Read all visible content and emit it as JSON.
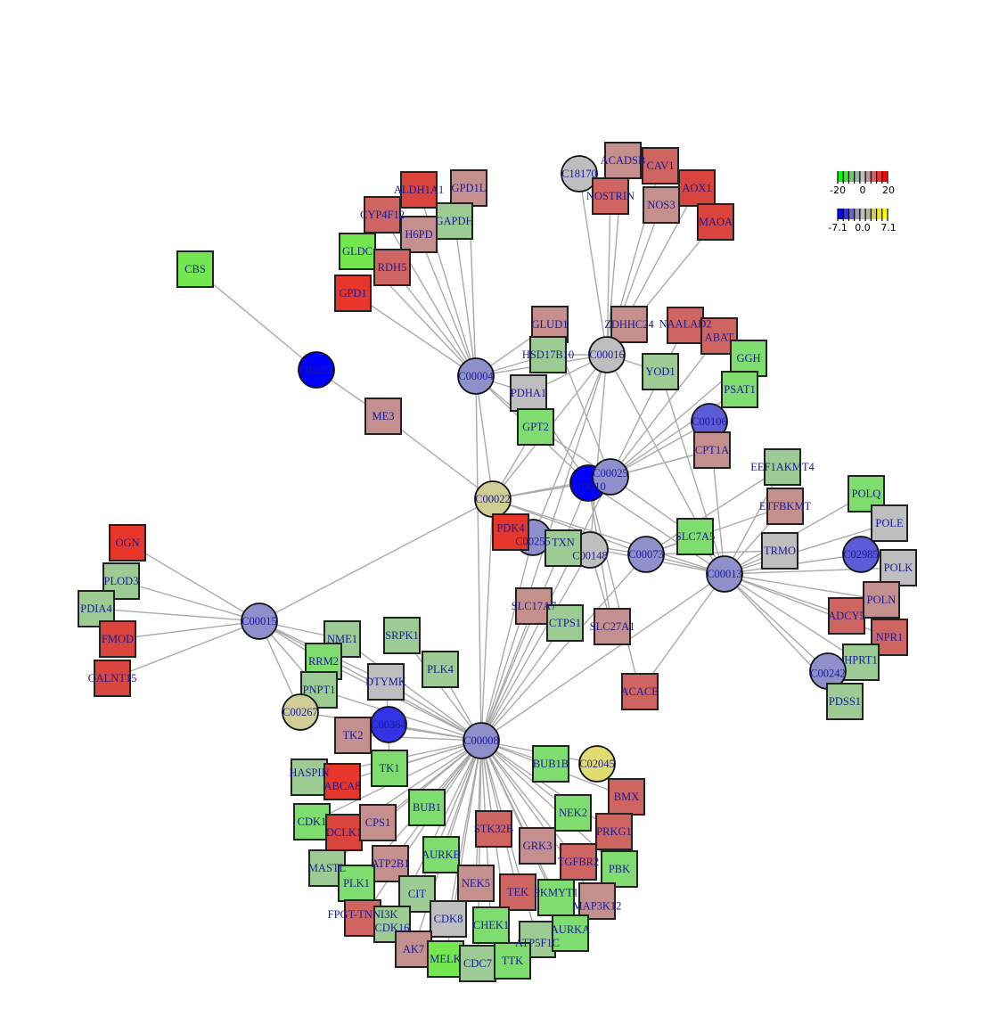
{
  "legend": {
    "gene": {
      "ticks": [
        "-20",
        "0",
        "20"
      ],
      "colors": [
        "#00ff00",
        "#33e633",
        "#66cc66",
        "#99b399",
        "#bebebe",
        "#b39999",
        "#cc6666",
        "#e63333",
        "#ff0000"
      ]
    },
    "compound": {
      "ticks": [
        "-7.1",
        "0.0",
        "7.1"
      ],
      "colors": [
        "#0000ff",
        "#3333e6",
        "#6666cc",
        "#9999b3",
        "#bebebe",
        "#b3b399",
        "#cccc66",
        "#e6e633",
        "#ffff00"
      ]
    }
  },
  "nodes": [
    {
      "id": "CBS",
      "kind": "gene",
      "color": "#73e650"
    },
    {
      "id": "C02291",
      "kind": "compound",
      "color": "#0000ff"
    },
    {
      "id": "ME3",
      "kind": "gene",
      "color": "#c48f8d"
    },
    {
      "id": "GPD1",
      "kind": "gene",
      "color": "#e8372a"
    },
    {
      "id": "GLDC",
      "kind": "gene",
      "color": "#73e650"
    },
    {
      "id": "CYP4F12",
      "kind": "gene",
      "color": "#cf6561"
    },
    {
      "id": "ALDH1A1",
      "kind": "gene",
      "color": "#d9443c"
    },
    {
      "id": "GPD1L",
      "kind": "gene",
      "color": "#c48f8d"
    },
    {
      "id": "GAPDH",
      "kind": "gene",
      "color": "#9ccc94"
    },
    {
      "id": "H6PD",
      "kind": "gene",
      "color": "#c48f8d"
    },
    {
      "id": "RDH5",
      "kind": "gene",
      "color": "#cf6561"
    },
    {
      "id": "C00004",
      "kind": "compound",
      "color": "#8f8fcc"
    },
    {
      "id": "C18170",
      "kind": "compound",
      "color": "#bebebe"
    },
    {
      "id": "ACADSB",
      "kind": "gene",
      "color": "#c48f8d"
    },
    {
      "id": "CAV1",
      "kind": "gene",
      "color": "#cf6561"
    },
    {
      "id": "NOSTRIN",
      "kind": "gene",
      "color": "#cf6561"
    },
    {
      "id": "NOS3",
      "kind": "gene",
      "color": "#c48f8d"
    },
    {
      "id": "AOX1",
      "kind": "gene",
      "color": "#d9443c"
    },
    {
      "id": "MAOA",
      "kind": "gene",
      "color": "#d9443c"
    },
    {
      "id": "GLUD1",
      "kind": "gene",
      "color": "#c48f8d"
    },
    {
      "id": "HSD17B10",
      "kind": "gene",
      "color": "#9ccc94"
    },
    {
      "id": "ZDHHC24",
      "kind": "gene",
      "color": "#c48f8d"
    },
    {
      "id": "C00016",
      "kind": "compound",
      "color": "#bebebe"
    },
    {
      "id": "NAALAD2",
      "kind": "gene",
      "color": "#cf6561"
    },
    {
      "id": "ABAT",
      "kind": "gene",
      "color": "#cf6561"
    },
    {
      "id": "GGH",
      "kind": "gene",
      "color": "#7fdc6e"
    },
    {
      "id": "YOD1",
      "kind": "gene",
      "color": "#9ccc94"
    },
    {
      "id": "PSAT1",
      "kind": "gene",
      "color": "#7fdc6e"
    },
    {
      "id": "PDHA1",
      "kind": "gene",
      "color": "#bebebe"
    },
    {
      "id": "GPT2",
      "kind": "gene",
      "color": "#7fdc6e"
    },
    {
      "id": "C00106",
      "kind": "compound",
      "color": "#5c5cd6"
    },
    {
      "id": "CPT1A",
      "kind": "gene",
      "color": "#c48f8d"
    },
    {
      "id": "EEF1AKMT4",
      "kind": "gene",
      "color": "#9ccc94"
    },
    {
      "id": "ETFBKMT",
      "kind": "gene",
      "color": "#c48f8d"
    },
    {
      "id": "C00010",
      "kind": "compound",
      "color": "#0000ff"
    },
    {
      "id": "C00025",
      "kind": "compound",
      "color": "#8f8fcc"
    },
    {
      "id": "C00022",
      "kind": "compound",
      "color": "#cfcc94"
    },
    {
      "id": "C00255",
      "kind": "compound",
      "color": "#8f8fcc"
    },
    {
      "id": "PDK4",
      "kind": "gene",
      "color": "#e8372a"
    },
    {
      "id": "C00148",
      "kind": "compound",
      "color": "#bebebe"
    },
    {
      "id": "TXN",
      "kind": "gene",
      "color": "#9ccc94"
    },
    {
      "id": "C00073",
      "kind": "compound",
      "color": "#8f8fcc"
    },
    {
      "id": "SLC7A5",
      "kind": "gene",
      "color": "#7fdc6e"
    },
    {
      "id": "C00013",
      "kind": "compound",
      "color": "#8f8fcc"
    },
    {
      "id": "TRMO",
      "kind": "gene",
      "color": "#bebebe"
    },
    {
      "id": "POLQ",
      "kind": "gene",
      "color": "#7fdc6e"
    },
    {
      "id": "POLE",
      "kind": "gene",
      "color": "#bebebe"
    },
    {
      "id": "C02985",
      "kind": "compound",
      "color": "#5c5cd6"
    },
    {
      "id": "POLK",
      "kind": "gene",
      "color": "#bebebe"
    },
    {
      "id": "ADCY5",
      "kind": "gene",
      "color": "#cf6561"
    },
    {
      "id": "POLN",
      "kind": "gene",
      "color": "#c48f8d"
    },
    {
      "id": "NPR1",
      "kind": "gene",
      "color": "#cf6561"
    },
    {
      "id": "HPRT1",
      "kind": "gene",
      "color": "#9ccc94"
    },
    {
      "id": "C00242",
      "kind": "compound",
      "color": "#8f8fcc"
    },
    {
      "id": "PDSS1",
      "kind": "gene",
      "color": "#9ccc94"
    },
    {
      "id": "SLC17A7",
      "kind": "gene",
      "color": "#c48f8d"
    },
    {
      "id": "CTPS1",
      "kind": "gene",
      "color": "#9ccc94"
    },
    {
      "id": "SLC27A1",
      "kind": "gene",
      "color": "#c48f8d"
    },
    {
      "id": "ACACB",
      "kind": "gene",
      "color": "#cf6561"
    },
    {
      "id": "OGN",
      "kind": "gene",
      "color": "#e8372a"
    },
    {
      "id": "PLOD3",
      "kind": "gene",
      "color": "#9ccc94"
    },
    {
      "id": "PDIA4",
      "kind": "gene",
      "color": "#9ccc94"
    },
    {
      "id": "FMOD",
      "kind": "gene",
      "color": "#d9443c"
    },
    {
      "id": "GALNT15",
      "kind": "gene",
      "color": "#d9443c"
    },
    {
      "id": "C00015",
      "kind": "compound",
      "color": "#8f8fcc"
    },
    {
      "id": "NME1",
      "kind": "gene",
      "color": "#9ccc94"
    },
    {
      "id": "RRM2",
      "kind": "gene",
      "color": "#7fdc6e"
    },
    {
      "id": "PNPT1",
      "kind": "gene",
      "color": "#9ccc94"
    },
    {
      "id": "C00267",
      "kind": "compound",
      "color": "#cfcc94"
    },
    {
      "id": "SRPK1",
      "kind": "gene",
      "color": "#9ccc94"
    },
    {
      "id": "PLK4",
      "kind": "gene",
      "color": "#9ccc94"
    },
    {
      "id": "DTYMK",
      "kind": "gene",
      "color": "#bebebe"
    },
    {
      "id": "TK2",
      "kind": "gene",
      "color": "#c48f8d"
    },
    {
      "id": "C00364",
      "kind": "compound",
      "color": "#3333e6"
    },
    {
      "id": "C00008",
      "kind": "compound",
      "color": "#8f8fcc"
    },
    {
      "id": "BUB1B",
      "kind": "gene",
      "color": "#7fdc6e"
    },
    {
      "id": "C02045",
      "kind": "compound",
      "color": "#e0dc70"
    },
    {
      "id": "HASPIN",
      "kind": "gene",
      "color": "#9ccc94"
    },
    {
      "id": "ABCA8",
      "kind": "gene",
      "color": "#e8372a"
    },
    {
      "id": "TK1",
      "kind": "gene",
      "color": "#7fdc6e"
    },
    {
      "id": "CDK1",
      "kind": "gene",
      "color": "#7fdc6e"
    },
    {
      "id": "DCLK1",
      "kind": "gene",
      "color": "#d9443c"
    },
    {
      "id": "CPS1",
      "kind": "gene",
      "color": "#c48f8d"
    },
    {
      "id": "BUB1",
      "kind": "gene",
      "color": "#7fdc6e"
    },
    {
      "id": "BMX",
      "kind": "gene",
      "color": "#cf6561"
    },
    {
      "id": "NEK2",
      "kind": "gene",
      "color": "#7fdc6e"
    },
    {
      "id": "PRKG1",
      "kind": "gene",
      "color": "#cf6561"
    },
    {
      "id": "STK32B",
      "kind": "gene",
      "color": "#cf6561"
    },
    {
      "id": "GRK3",
      "kind": "gene",
      "color": "#c48f8d"
    },
    {
      "id": "TGFBR2",
      "kind": "gene",
      "color": "#cf6561"
    },
    {
      "id": "PBK",
      "kind": "gene",
      "color": "#7fdc6e"
    },
    {
      "id": "MASTL",
      "kind": "gene",
      "color": "#9ccc94"
    },
    {
      "id": "ATP2B1",
      "kind": "gene",
      "color": "#c48f8d"
    },
    {
      "id": "AURKB",
      "kind": "gene",
      "color": "#7fdc6e"
    },
    {
      "id": "PLK1",
      "kind": "gene",
      "color": "#7fdc6e"
    },
    {
      "id": "NEK5",
      "kind": "gene",
      "color": "#c48f8d"
    },
    {
      "id": "CIT",
      "kind": "gene",
      "color": "#9ccc94"
    },
    {
      "id": "TEK",
      "kind": "gene",
      "color": "#cf6561"
    },
    {
      "id": "PKMYT1",
      "kind": "gene",
      "color": "#7fdc6e"
    },
    {
      "id": "MAP3K12",
      "kind": "gene",
      "color": "#c48f8d"
    },
    {
      "id": "FPGT-TNNI3K",
      "kind": "gene",
      "color": "#cf6561"
    },
    {
      "id": "CDK16",
      "kind": "gene",
      "color": "#9ccc94"
    },
    {
      "id": "CDK8",
      "kind": "gene",
      "color": "#bebebe"
    },
    {
      "id": "CHEK1",
      "kind": "gene",
      "color": "#7fdc6e"
    },
    {
      "id": "ATP5F1C",
      "kind": "gene",
      "color": "#9ccc94"
    },
    {
      "id": "AURKA",
      "kind": "gene",
      "color": "#7fdc6e"
    },
    {
      "id": "AK7",
      "kind": "gene",
      "color": "#c48f8d"
    },
    {
      "id": "MELK",
      "kind": "gene",
      "color": "#73e650"
    },
    {
      "id": "CDC7",
      "kind": "gene",
      "color": "#9ccc94"
    },
    {
      "id": "TTK",
      "kind": "gene",
      "color": "#7fdc6e"
    }
  ],
  "edges": [
    [
      "CBS",
      "C02291"
    ],
    [
      "C02291",
      "ME3"
    ],
    [
      "ME3",
      "C00022"
    ],
    [
      "C00004",
      "GPD1"
    ],
    [
      "C00004",
      "GLDC"
    ],
    [
      "C00004",
      "RDH5"
    ],
    [
      "C00004",
      "CYP4F12"
    ],
    [
      "C00004",
      "H6PD"
    ],
    [
      "C00004",
      "ALDH1A1"
    ],
    [
      "C00004",
      "GAPDH"
    ],
    [
      "C00004",
      "GPD1L"
    ],
    [
      "C00004",
      "HSD17B10"
    ],
    [
      "C00004",
      "GLUD1"
    ],
    [
      "C00004",
      "PDHA1"
    ],
    [
      "C00004",
      "C00022"
    ],
    [
      "C00004",
      "C00010"
    ],
    [
      "C00004",
      "C00008"
    ],
    [
      "C00004",
      "C00016"
    ],
    [
      "C00004",
      "GPT2"
    ],
    [
      "C00016",
      "C18170"
    ],
    [
      "C00016",
      "ACADSB"
    ],
    [
      "C00016",
      "NOSTRIN"
    ],
    [
      "C00016",
      "CAV1"
    ],
    [
      "C00016",
      "NOS3"
    ],
    [
      "C00016",
      "AOX1"
    ],
    [
      "C00016",
      "MAOA"
    ],
    [
      "C00016",
      "ZDHHC24"
    ],
    [
      "C00016",
      "HSD17B10"
    ],
    [
      "C00016",
      "YOD1"
    ],
    [
      "C00016",
      "C00022"
    ],
    [
      "C00016",
      "C00008"
    ],
    [
      "C00016",
      "C00013"
    ],
    [
      "C00016",
      "C00148"
    ],
    [
      "C00016",
      "C00255"
    ],
    [
      "C00016",
      "PDHA1"
    ],
    [
      "C00025",
      "GLUD1"
    ],
    [
      "C00025",
      "NAALAD2"
    ],
    [
      "C00025",
      "ABAT"
    ],
    [
      "C00025",
      "GGH"
    ],
    [
      "C00025",
      "PSAT1"
    ],
    [
      "C00025",
      "GPT2"
    ],
    [
      "C00025",
      "CPT1A"
    ],
    [
      "C00025",
      "C00106"
    ],
    [
      "C00025",
      "C00008"
    ],
    [
      "C00025",
      "SLC7A5"
    ],
    [
      "C00025",
      "C00022"
    ],
    [
      "C00010",
      "PDHA1"
    ],
    [
      "C00010",
      "C00008"
    ],
    [
      "C00010",
      "C00013"
    ],
    [
      "C00010",
      "C00022"
    ],
    [
      "C00010",
      "ACACB"
    ],
    [
      "C00010",
      "CPT1A"
    ],
    [
      "C00010",
      "SLC27A1"
    ],
    [
      "C00022",
      "PDK4"
    ],
    [
      "C00022",
      "C00015"
    ],
    [
      "C00022",
      "C00073"
    ],
    [
      "C00022",
      "C00008"
    ],
    [
      "C00022",
      "GPT2"
    ],
    [
      "C00022",
      "C00013"
    ],
    [
      "C00013",
      "POLQ"
    ],
    [
      "C00013",
      "POLE"
    ],
    [
      "C00013",
      "C02985"
    ],
    [
      "C00013",
      "POLK"
    ],
    [
      "C00013",
      "POLN"
    ],
    [
      "C00013",
      "ADCY5"
    ],
    [
      "C00013",
      "NPR1"
    ],
    [
      "C00013",
      "HPRT1"
    ],
    [
      "C00013",
      "C00242"
    ],
    [
      "C00013",
      "PDSS1"
    ],
    [
      "C00013",
      "TRMO"
    ],
    [
      "C00013",
      "SLC7A5"
    ],
    [
      "C00013",
      "ACACB"
    ],
    [
      "C00013",
      "CPT1A"
    ],
    [
      "C00013",
      "C00073"
    ],
    [
      "C00013",
      "EEF1AKMT4"
    ],
    [
      "C00013",
      "ETFBKMT"
    ],
    [
      "C00013",
      "C00008"
    ],
    [
      "C00013",
      "YOD1"
    ],
    [
      "C00013",
      "C00255"
    ],
    [
      "C00073",
      "SLC7A5"
    ],
    [
      "C00073",
      "TRMO"
    ],
    [
      "C00073",
      "EEF1AKMT4"
    ],
    [
      "C00073",
      "ETFBKMT"
    ],
    [
      "C00073",
      "C00255"
    ],
    [
      "C00148",
      "TXN"
    ],
    [
      "C00148",
      "SLC27A1"
    ],
    [
      "C00148",
      "C00008"
    ],
    [
      "C00015",
      "OGN"
    ],
    [
      "C00015",
      "PLOD3"
    ],
    [
      "C00015",
      "PDIA4"
    ],
    [
      "C00015",
      "FMOD"
    ],
    [
      "C00015",
      "GALNT15"
    ],
    [
      "C00015",
      "NME1"
    ],
    [
      "C00015",
      "RRM2"
    ],
    [
      "C00015",
      "PNPT1"
    ],
    [
      "C00015",
      "C00267"
    ],
    [
      "C00015",
      "C00008"
    ],
    [
      "C00015",
      "DTYMK"
    ],
    [
      "C00008",
      "NME1"
    ],
    [
      "C00008",
      "RRM2"
    ],
    [
      "C00008",
      "PNPT1"
    ],
    [
      "C00008",
      "SRPK1"
    ],
    [
      "C00008",
      "PLK4"
    ],
    [
      "C00008",
      "DTYMK"
    ],
    [
      "C00008",
      "TK2"
    ],
    [
      "C00008",
      "C00364"
    ],
    [
      "C00008",
      "C00267"
    ],
    [
      "C00008",
      "SLC17A7"
    ],
    [
      "C00008",
      "CTPS1"
    ],
    [
      "C00008",
      "BUB1B"
    ],
    [
      "C00008",
      "C02045"
    ],
    [
      "C00008",
      "TK1"
    ],
    [
      "C00008",
      "HASPIN"
    ],
    [
      "C00008",
      "ABCA8"
    ],
    [
      "C00008",
      "CDK1"
    ],
    [
      "C00008",
      "DCLK1"
    ],
    [
      "C00008",
      "CPS1"
    ],
    [
      "C00008",
      "BUB1"
    ],
    [
      "C00008",
      "BMX"
    ],
    [
      "C00008",
      "NEK2"
    ],
    [
      "C00008",
      "PRKG1"
    ],
    [
      "C00008",
      "STK32B"
    ],
    [
      "C00008",
      "GRK3"
    ],
    [
      "C00008",
      "TGFBR2"
    ],
    [
      "C00008",
      "PBK"
    ],
    [
      "C00008",
      "MASTL"
    ],
    [
      "C00008",
      "ATP2B1"
    ],
    [
      "C00008",
      "AURKB"
    ],
    [
      "C00008",
      "PLK1"
    ],
    [
      "C00008",
      "NEK5"
    ],
    [
      "C00008",
      "CIT"
    ],
    [
      "C00008",
      "TEK"
    ],
    [
      "C00008",
      "PKMYT1"
    ],
    [
      "C00008",
      "MAP3K12"
    ],
    [
      "C00008",
      "FPGT-TNNI3K"
    ],
    [
      "C00008",
      "CDK16"
    ],
    [
      "C00008",
      "CDK8"
    ],
    [
      "C00008",
      "CHEK1"
    ],
    [
      "C00008",
      "ATP5F1C"
    ],
    [
      "C00008",
      "AURKA"
    ],
    [
      "C00008",
      "AK7"
    ],
    [
      "C00008",
      "MELK"
    ],
    [
      "C00008",
      "CDC7"
    ],
    [
      "C00008",
      "TTK"
    ],
    [
      "C00008",
      "C00073"
    ],
    [
      "C00008",
      "C00255"
    ],
    [
      "C00364",
      "DTYMK"
    ],
    [
      "C00364",
      "TK1"
    ],
    [
      "C00364",
      "TK2"
    ],
    [
      "C02045",
      "BMX"
    ]
  ]
}
